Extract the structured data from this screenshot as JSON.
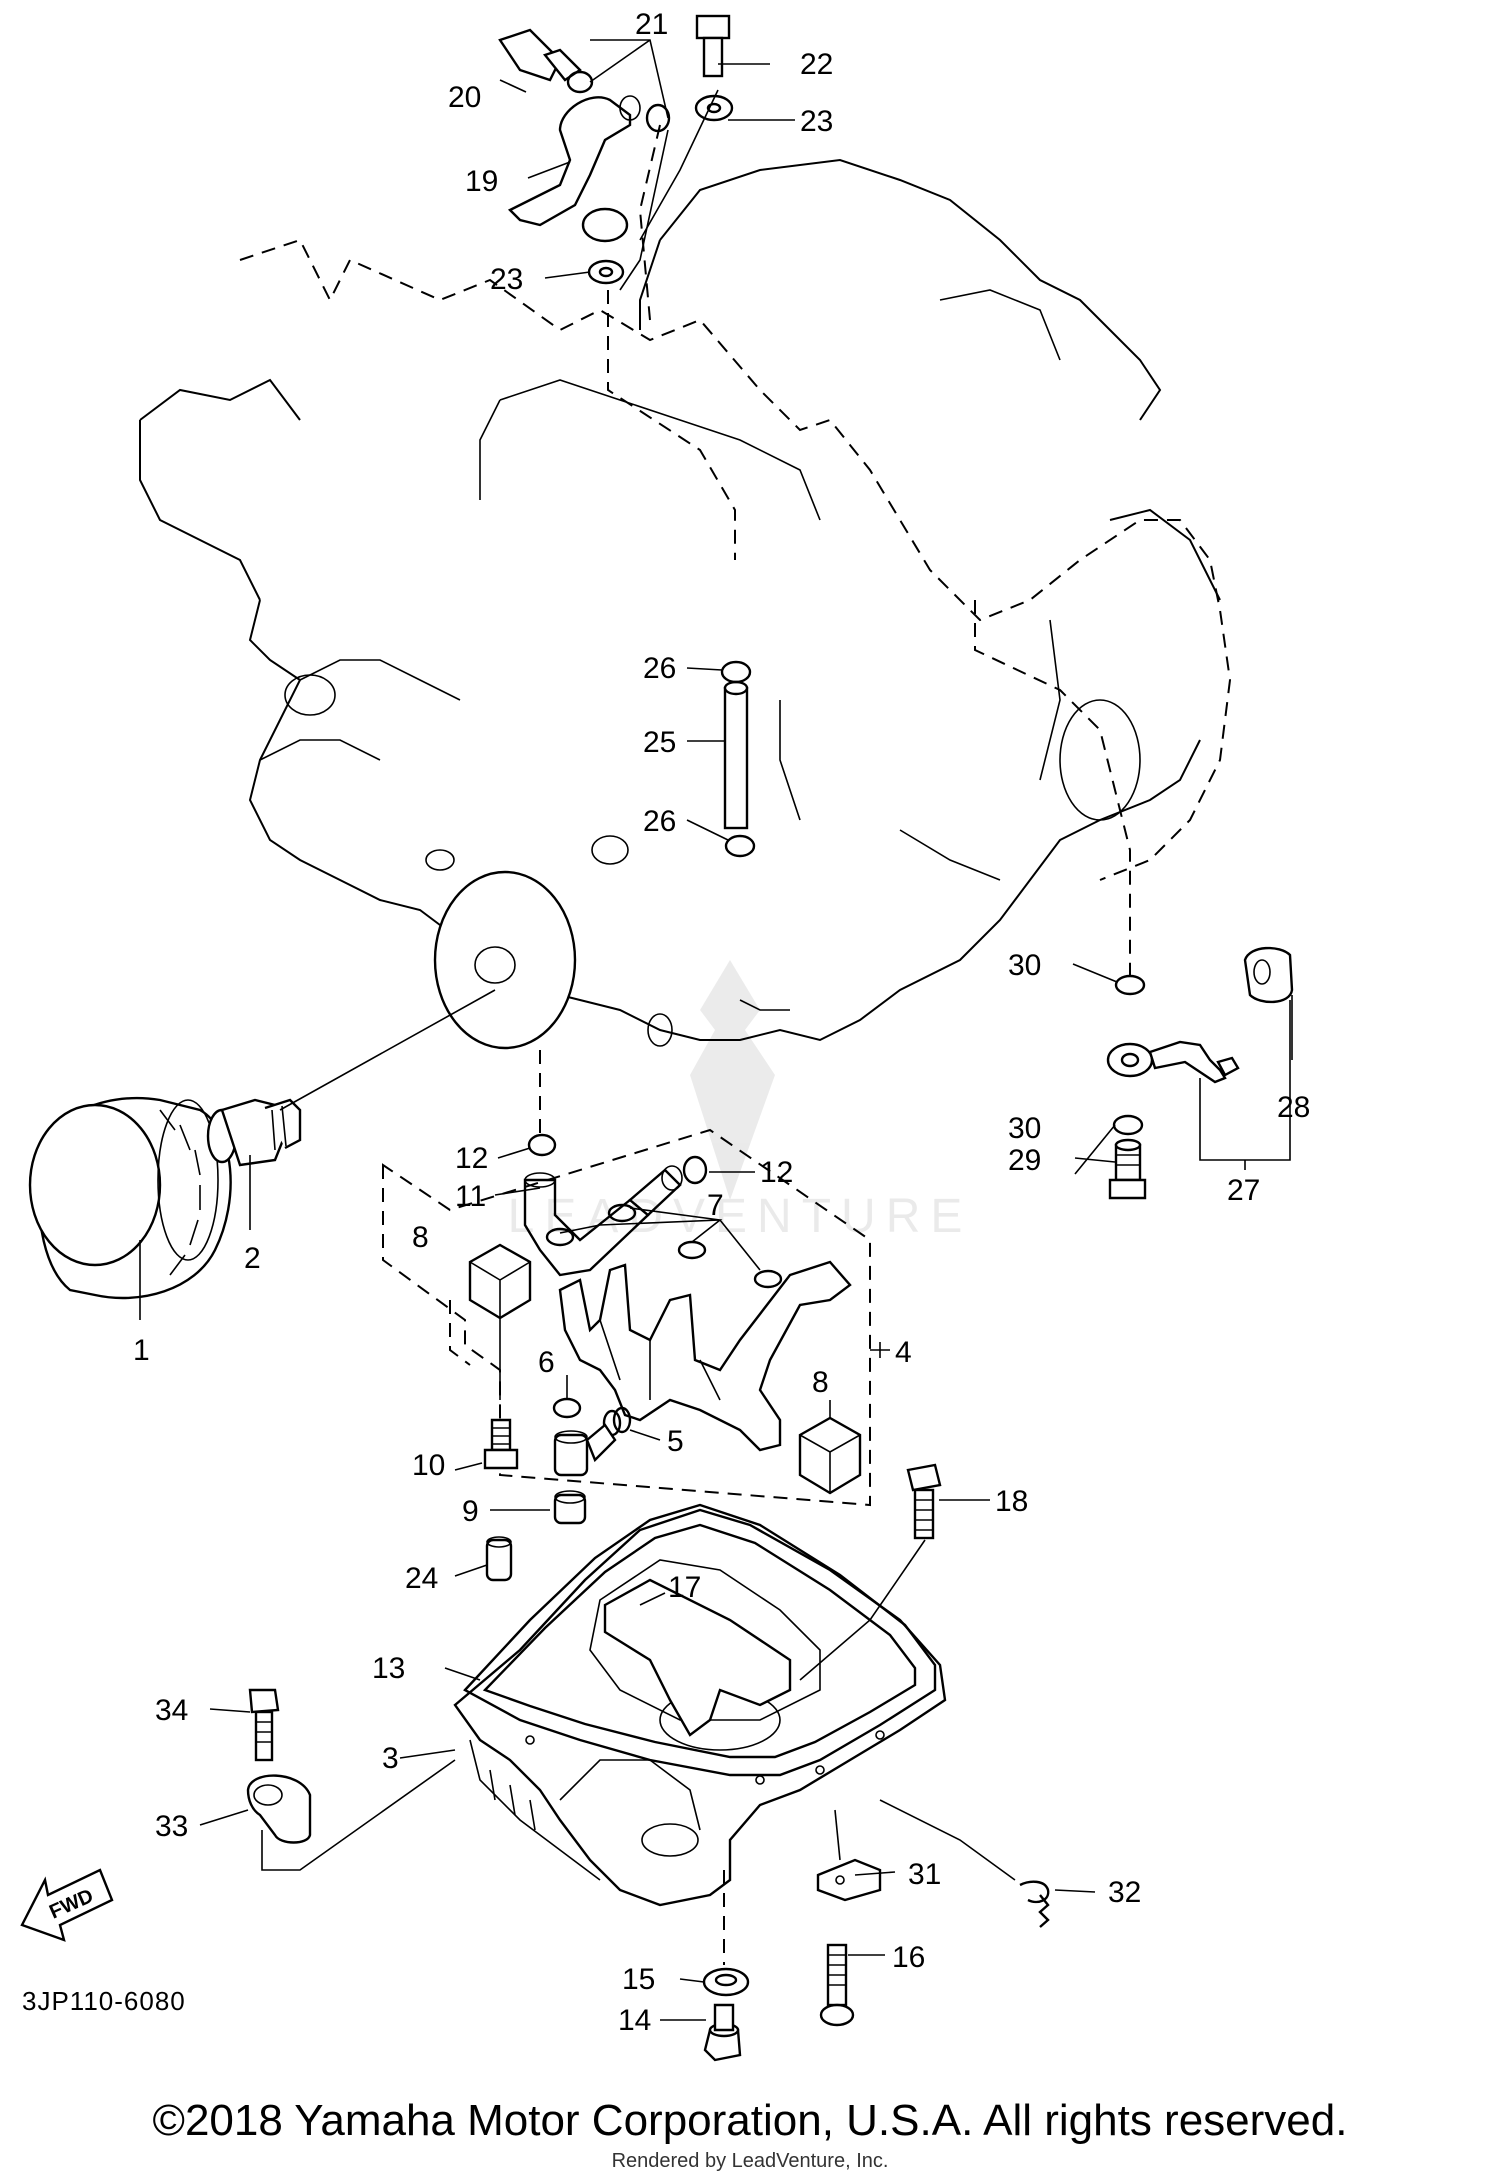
{
  "diagram": {
    "reference_code": "3JP110-6080",
    "fwd_arrow_label": "FWD",
    "watermark_text": "LEADVENTURE",
    "copyright": "©2018 Yamaha Motor Corporation, U.S.A. All rights reserved.",
    "rendered_by": "Rendered by LeadVenture, Inc.",
    "callouts": [
      "1",
      "2",
      "3",
      "4",
      "5",
      "6",
      "7",
      "8",
      "8",
      "9",
      "10",
      "11",
      "12",
      "12",
      "13",
      "14",
      "15",
      "16",
      "17",
      "18",
      "19",
      "20",
      "21",
      "22",
      "23",
      "23",
      "24",
      "25",
      "26",
      "26",
      "27",
      "28",
      "29",
      "30",
      "30",
      "31",
      "32",
      "33",
      "34"
    ]
  }
}
